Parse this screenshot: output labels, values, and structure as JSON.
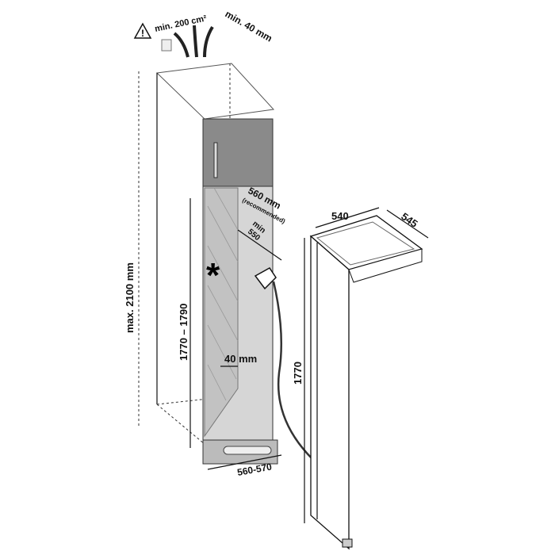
{
  "labels": {
    "ventilation": "min. 200 cm²",
    "gap": "min. 40 mm",
    "max_height": "max. 2100 mm",
    "niche_height": "1770 – 1790",
    "depth_recommended": "560 mm",
    "recommended": "(recommended)",
    "depth_min": "min",
    "depth_min_value": "550",
    "side_gap": "40 mm",
    "niche_width": "560-570",
    "asterisk": "*",
    "appliance_width": "540",
    "appliance_depth": "545",
    "appliance_height": "1770"
  },
  "icons": [
    "warning-icon",
    "ventilation-arrows-icon",
    "power-plug-icon"
  ]
}
